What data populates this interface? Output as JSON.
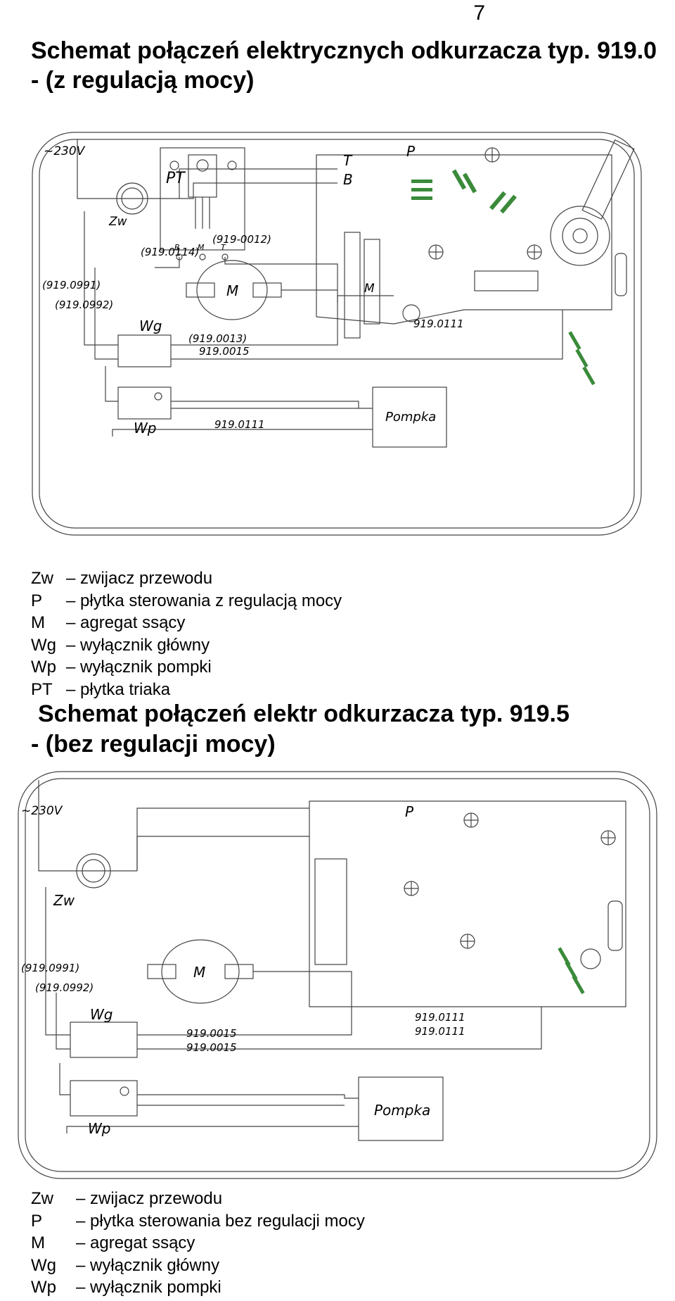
{
  "page_number": "7",
  "section1": {
    "title": "Schemat połączeń elektrycznych odkurzacza typ. 919.0",
    "subtitle": "-   (z regulacją mocy)",
    "diagram": {
      "voltage": "~230V",
      "zw": "Zw",
      "pt": "PT",
      "pt_pins": [
        "B",
        "M",
        "T"
      ],
      "t": "T",
      "b": "B",
      "p": "P",
      "m_motor": "M",
      "m_board": "M",
      "wg": "Wg",
      "wp": "Wp",
      "pompka": "Pompka",
      "codes": {
        "c0114": "(919.0114)",
        "c0012": "(919-0012)",
        "c0991": "(919.0991)",
        "c0992": "(919.0992)",
        "c0013": "(919.0013)",
        "c0015": "919.0015",
        "c0111a": "919.0111",
        "c0111b": "919.0111"
      }
    },
    "legend": [
      {
        "abbr": "Zw",
        "desc": "– zwijacz przewodu"
      },
      {
        "abbr": "P",
        "desc": "–   płytka sterowania z regulacją mocy"
      },
      {
        "abbr": "M",
        "desc": "– agregat ssący"
      },
      {
        "abbr": "Wg",
        "desc": "– wyłącznik główny"
      },
      {
        "abbr": "Wp",
        "desc": "– wyłącznik pompki"
      },
      {
        "abbr": "PT",
        "desc": "– płytka triaka"
      }
    ]
  },
  "section2": {
    "title": "Schemat połączeń elektr odkurzacza typ. 919.5",
    "subtitle": "-   (bez regulacji mocy)",
    "diagram": {
      "voltage": "~230V",
      "zw": "Zw",
      "p": "P",
      "m_motor": "M",
      "wg": "Wg",
      "wp": "Wp",
      "pompka": "Pompka",
      "codes": {
        "c0991": "(919.0991)",
        "c0992": "(919.0992)",
        "c0015a": "919.0015",
        "c0015b": "919.0015",
        "c0111a": "919.0111",
        "c0111b": "919.0111"
      }
    },
    "legend": [
      {
        "abbr": "Zw",
        "desc": "– zwijacz przewodu"
      },
      {
        "abbr": "P",
        "desc": "– płytka sterowania bez regulacji mocy"
      },
      {
        "abbr": "M",
        "desc": "– agregat ssący"
      },
      {
        "abbr": "Wg",
        "desc": "– wyłącznik główny"
      },
      {
        "abbr": "Wp",
        "desc": "– wyłącznik pompki"
      }
    ]
  }
}
